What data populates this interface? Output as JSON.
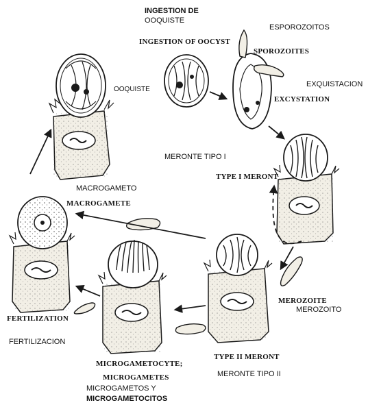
{
  "labels": {
    "ingestion_es_1": "INGESTION DE",
    "ingestion_es_2": "OOQUISTE",
    "ingestion_en": "INGESTION OF OOCYST",
    "esporozoitos": "ESPOROZOITOS",
    "sporozoites": "SPOROZOITES",
    "exquistacion": "EXQUISTACION",
    "excystation": "EXCYSTATION",
    "ooquiste": "OOQUISTE",
    "meronte_tipo_1": "MERONTE TIPO I",
    "type_1_meront": "TYPE I MERONT",
    "macrogameto": "MACROGAMETO",
    "macrogamete": "MACROGAMETE",
    "merozoite": "MEROZOITE",
    "merozoito": "MEROZOITO",
    "fertilization": "FERTILIZATION",
    "fertilizacion": "FERTILIZACION",
    "type_2_meront": "TYPE II MERONT",
    "meronte_tipo_2": "MERONTE TIPO II",
    "microgametocyte_1": "MICROGAMETOCYTE;",
    "microgametocyte_2": "MICROGAMETES",
    "microgametos_1": "MICROGAMETOS Y",
    "microgametos_2": "MICROGAMETOCITOS"
  },
  "colors": {
    "cell_fill": "#f2efe6",
    "ink": "#1a1a1a"
  }
}
